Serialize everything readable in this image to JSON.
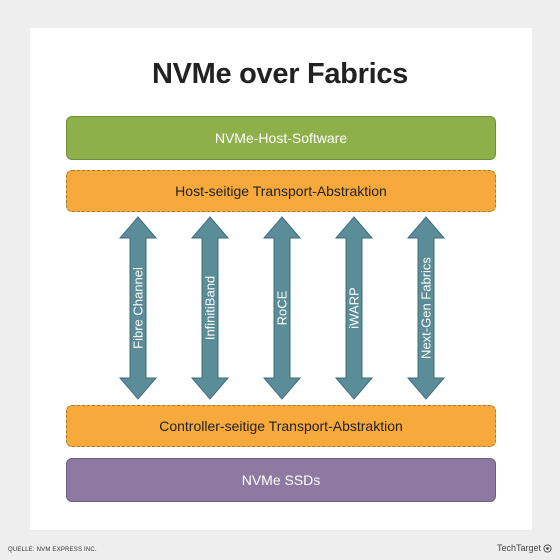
{
  "title": "NVMe over Fabrics",
  "layers": {
    "host_software": "NVMe-Host-Software",
    "host_transport": "Host-seitige Transport-Abstraktion",
    "controller_transport": "Controller-seitige Transport-Abstraktion",
    "ssds": "NVMe SSDs"
  },
  "fabrics": [
    "Fibre Channel",
    "InfinitiBand",
    "RoCE",
    "iWARP",
    "Next-Gen Fabrics"
  ],
  "source": "QUELLE: NVM EXPRESS INC.",
  "brand": "TechTarget",
  "colors": {
    "green": "#8db04a",
    "orange": "#f7a93c",
    "purple": "#8e7aa0",
    "arrow": "#5b8d99"
  }
}
